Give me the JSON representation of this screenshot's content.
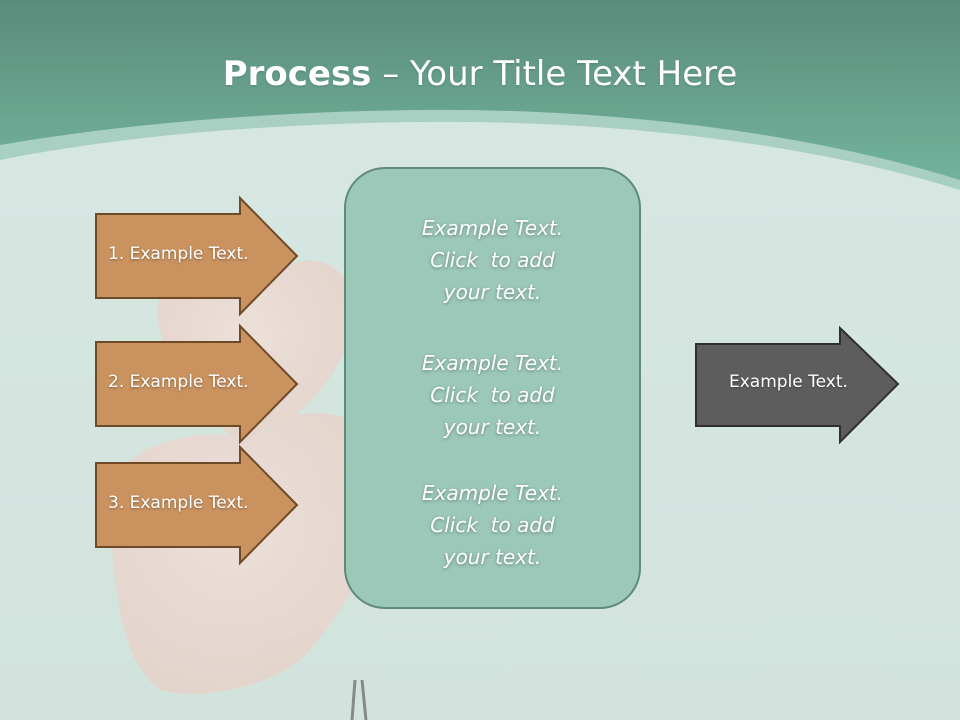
{
  "title": {
    "bold": "Process",
    "rest": " – Your Title Text Here"
  },
  "left_arrows": [
    {
      "label": "1. Example Text."
    },
    {
      "label": "2. Example Text."
    },
    {
      "label": "3. Example Text."
    }
  ],
  "center_box": {
    "paragraphs": [
      {
        "lines": [
          "Example Text.",
          "Click  to add",
          "your text."
        ]
      },
      {
        "lines": [
          "Example Text.",
          "Click  to add",
          "your text."
        ]
      },
      {
        "lines": [
          "Example Text.",
          "Click  to add",
          "your text."
        ]
      }
    ]
  },
  "right_arrow": {
    "label": "Example Text."
  },
  "colors": {
    "header_teal": "#6aa891",
    "background": "#d5e6e1",
    "arrow_fill": "#c9925f",
    "arrow_stroke": "#6e4a26",
    "center_fill": "#9cc8b9",
    "center_stroke": "#5f8a7c",
    "right_arrow_fill": "#5d5d5d",
    "right_arrow_stroke": "#2f2f2f"
  }
}
